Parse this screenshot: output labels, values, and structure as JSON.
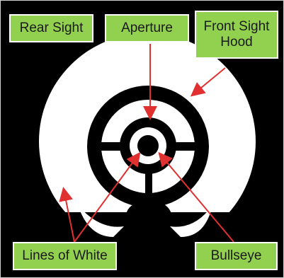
{
  "colors": {
    "background": "#000000",
    "ring": "#ffffff",
    "label_fill": "#92d050",
    "arrow": "#e03030"
  },
  "labels": {
    "rear_sight": "Rear Sight",
    "aperture": "Aperture",
    "front_sight_hood": "Front Sight\nHood",
    "lines_of_white": "Lines of White",
    "bullseye": "Bullseye"
  }
}
